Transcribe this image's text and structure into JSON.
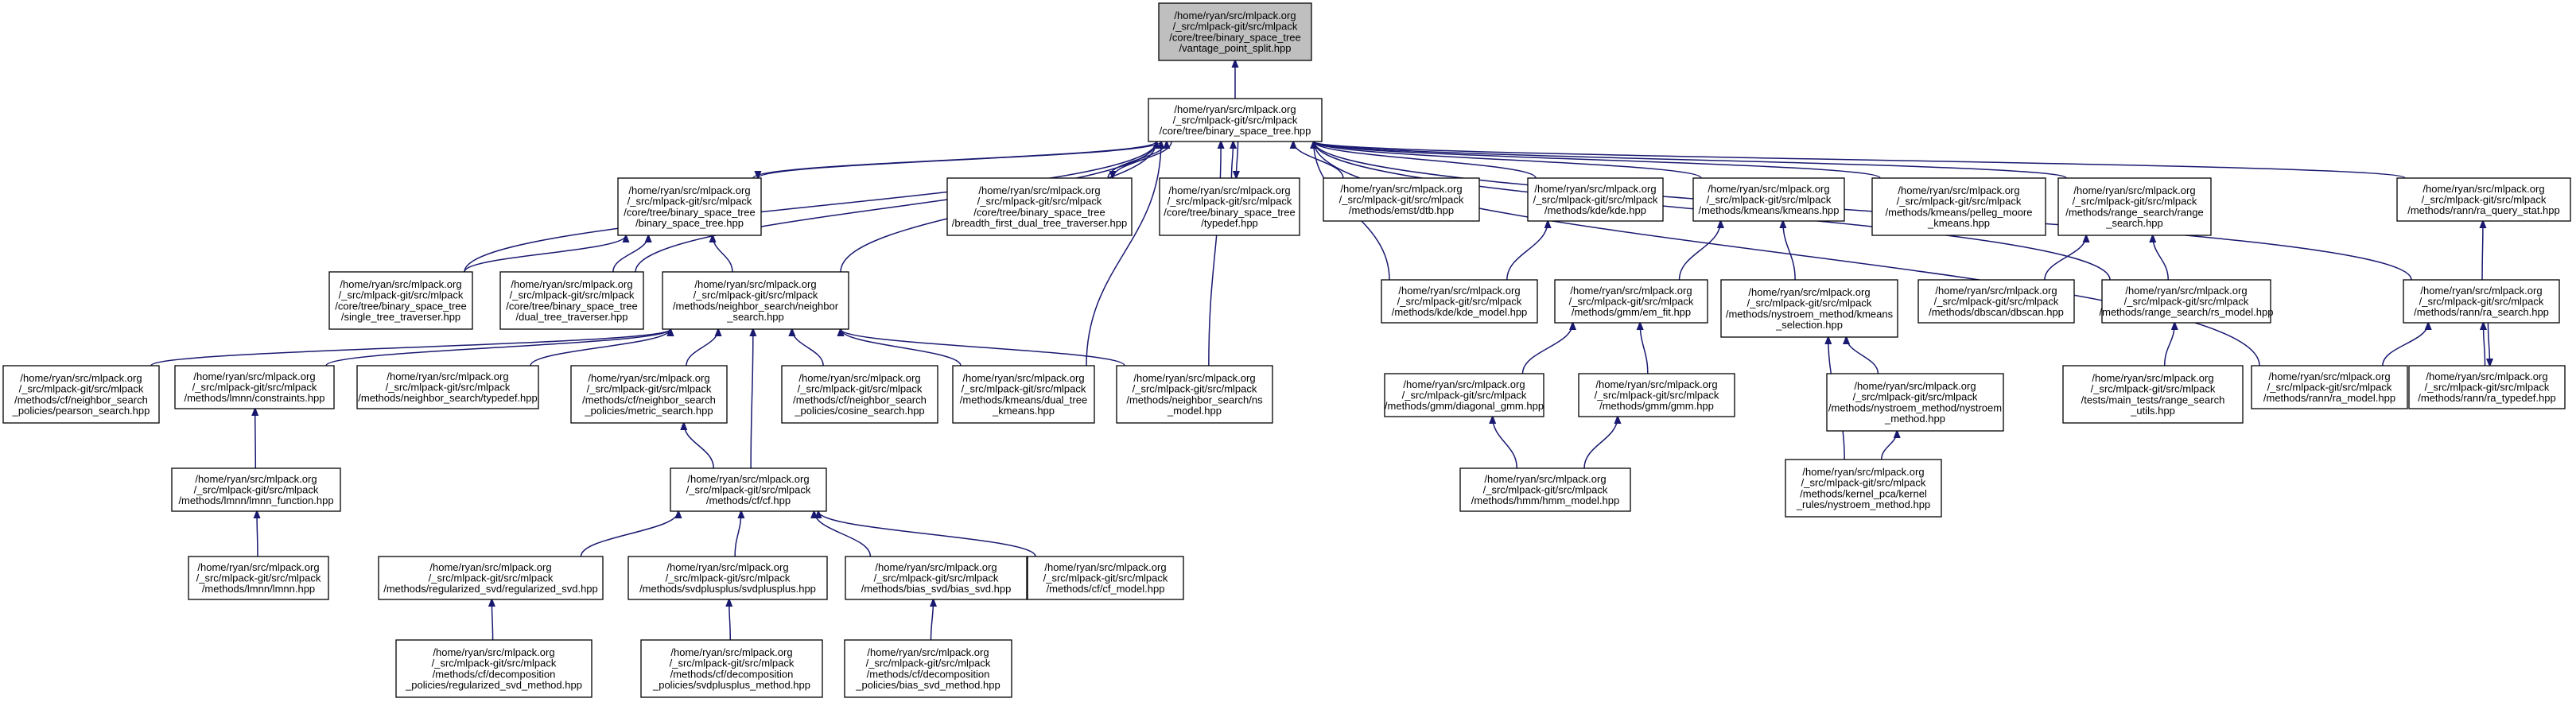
{
  "graph": {
    "nodes": [
      {
        "id": "vps",
        "focus": true,
        "lines": [
          "/home/ryan/src/mlpack.org",
          "/_src/mlpack-git/src/mlpack",
          "/core/tree/binary_space_tree",
          "/vantage_point_split.hpp"
        ]
      },
      {
        "id": "bst",
        "lines": [
          "/home/ryan/src/mlpack.org",
          "/_src/mlpack-git/src/mlpack",
          "/core/tree/binary_space_tree.hpp"
        ]
      },
      {
        "id": "bst2",
        "lines": [
          "/home/ryan/src/mlpack.org",
          "/_src/mlpack-git/src/mlpack",
          "/core/tree/binary_space_tree",
          "/binary_space_tree.hpp"
        ]
      },
      {
        "id": "bfdtt",
        "lines": [
          "/home/ryan/src/mlpack.org",
          "/_src/mlpack-git/src/mlpack",
          "/core/tree/binary_space_tree",
          "/breadth_first_dual_tree_traverser.hpp"
        ]
      },
      {
        "id": "typedef",
        "lines": [
          "/home/ryan/src/mlpack.org",
          "/_src/mlpack-git/src/mlpack",
          "/core/tree/binary_space_tree",
          "/typedef.hpp"
        ]
      },
      {
        "id": "dtb",
        "lines": [
          "/home/ryan/src/mlpack.org",
          "/_src/mlpack-git/src/mlpack",
          "/methods/emst/dtb.hpp"
        ]
      },
      {
        "id": "kde",
        "lines": [
          "/home/ryan/src/mlpack.org",
          "/_src/mlpack-git/src/mlpack",
          "/methods/kde/kde.hpp"
        ]
      },
      {
        "id": "kmeans",
        "lines": [
          "/home/ryan/src/mlpack.org",
          "/_src/mlpack-git/src/mlpack",
          "/methods/kmeans/kmeans.hpp"
        ]
      },
      {
        "id": "pelleg",
        "lines": [
          "/home/ryan/src/mlpack.org",
          "/_src/mlpack-git/src/mlpack",
          "/methods/kmeans/pelleg_moore",
          "_kmeans.hpp"
        ]
      },
      {
        "id": "rangesearch",
        "lines": [
          "/home/ryan/src/mlpack.org",
          "/_src/mlpack-git/src/mlpack",
          "/methods/range_search/range",
          "_search.hpp"
        ]
      },
      {
        "id": "raqs",
        "lines": [
          "/home/ryan/src/mlpack.org",
          "/_src/mlpack-git/src/mlpack",
          "/methods/rann/ra_query_stat.hpp"
        ]
      },
      {
        "id": "stt",
        "lines": [
          "/home/ryan/src/mlpack.org",
          "/_src/mlpack-git/src/mlpack",
          "/core/tree/binary_space_tree",
          "/single_tree_traverser.hpp"
        ]
      },
      {
        "id": "dtt",
        "lines": [
          "/home/ryan/src/mlpack.org",
          "/_src/mlpack-git/src/mlpack",
          "/core/tree/binary_space_tree",
          "/dual_tree_traverser.hpp"
        ]
      },
      {
        "id": "ns",
        "lines": [
          "/home/ryan/src/mlpack.org",
          "/_src/mlpack-git/src/mlpack",
          "/methods/neighbor_search/neighbor",
          "_search.hpp"
        ]
      },
      {
        "id": "kdemodel",
        "lines": [
          "/home/ryan/src/mlpack.org",
          "/_src/mlpack-git/src/mlpack",
          "/methods/kde/kde_model.hpp"
        ]
      },
      {
        "id": "emfit",
        "lines": [
          "/home/ryan/src/mlpack.org",
          "/_src/mlpack-git/src/mlpack",
          "/methods/gmm/em_fit.hpp"
        ]
      },
      {
        "id": "nystkmeans",
        "lines": [
          "/home/ryan/src/mlpack.org",
          "/_src/mlpack-git/src/mlpack",
          "/methods/nystroem_method/kmeans",
          "_selection.hpp"
        ]
      },
      {
        "id": "dbscan",
        "lines": [
          "/home/ryan/src/mlpack.org",
          "/_src/mlpack-git/src/mlpack",
          "/methods/dbscan/dbscan.hpp"
        ]
      },
      {
        "id": "rsmodel",
        "lines": [
          "/home/ryan/src/mlpack.org",
          "/_src/mlpack-git/src/mlpack",
          "/methods/range_search/rs_model.hpp"
        ]
      },
      {
        "id": "ra_search",
        "lines": [
          "/home/ryan/src/mlpack.org",
          "/_src/mlpack-git/src/mlpack",
          "/methods/rann/ra_search.hpp"
        ]
      },
      {
        "id": "pearson",
        "lines": [
          "/home/ryan/src/mlpack.org",
          "/_src/mlpack-git/src/mlpack",
          "/methods/cf/neighbor_search",
          "_policies/pearson_search.hpp"
        ]
      },
      {
        "id": "constraints",
        "lines": [
          "/home/ryan/src/mlpack.org",
          "/_src/mlpack-git/src/mlpack",
          "/methods/lmnn/constraints.hpp"
        ]
      },
      {
        "id": "nstypedef",
        "lines": [
          "/home/ryan/src/mlpack.org",
          "/_src/mlpack-git/src/mlpack",
          "/methods/neighbor_search/typedef.hpp"
        ]
      },
      {
        "id": "metric",
        "lines": [
          "/home/ryan/src/mlpack.org",
          "/_src/mlpack-git/src/mlpack",
          "/methods/cf/neighbor_search",
          "_policies/metric_search.hpp"
        ]
      },
      {
        "id": "cosine",
        "lines": [
          "/home/ryan/src/mlpack.org",
          "/_src/mlpack-git/src/mlpack",
          "/methods/cf/neighbor_search",
          "_policies/cosine_search.hpp"
        ]
      },
      {
        "id": "dualkmeans",
        "lines": [
          "/home/ryan/src/mlpack.org",
          "/_src/mlpack-git/src/mlpack",
          "/methods/kmeans/dual_tree",
          "_kmeans.hpp"
        ]
      },
      {
        "id": "nsmodel",
        "lines": [
          "/home/ryan/src/mlpack.org",
          "/_src/mlpack-git/src/mlpack",
          "/methods/neighbor_search/ns",
          "_model.hpp"
        ]
      },
      {
        "id": "diaggmm",
        "lines": [
          "/home/ryan/src/mlpack.org",
          "/_src/mlpack-git/src/mlpack",
          "/methods/gmm/diagonal_gmm.hpp"
        ]
      },
      {
        "id": "gmm",
        "lines": [
          "/home/ryan/src/mlpack.org",
          "/_src/mlpack-git/src/mlpack",
          "/methods/gmm/gmm.hpp"
        ]
      },
      {
        "id": "nystmethod",
        "lines": [
          "/home/ryan/src/mlpack.org",
          "/_src/mlpack-git/src/mlpack",
          "/methods/nystroem_method/nystroem",
          "_method.hpp"
        ]
      },
      {
        "id": "rstest",
        "lines": [
          "/home/ryan/src/mlpack.org",
          "/_src/mlpack-git/src/mlpack",
          "/tests/main_tests/range_search",
          "_utils.hpp"
        ]
      },
      {
        "id": "ramodel",
        "lines": [
          "/home/ryan/src/mlpack.org",
          "/_src/mlpack-git/src/mlpack",
          "/methods/rann/ra_model.hpp"
        ]
      },
      {
        "id": "ratypedef",
        "lines": [
          "/home/ryan/src/mlpack.org",
          "/_src/mlpack-git/src/mlpack",
          "/methods/rann/ra_typedef.hpp"
        ]
      },
      {
        "id": "lmnnfunc",
        "lines": [
          "/home/ryan/src/mlpack.org",
          "/_src/mlpack-git/src/mlpack",
          "/methods/lmnn/lmnn_function.hpp"
        ]
      },
      {
        "id": "cf",
        "lines": [
          "/home/ryan/src/mlpack.org",
          "/_src/mlpack-git/src/mlpack",
          "/methods/cf/cf.hpp"
        ]
      },
      {
        "id": "hmm",
        "lines": [
          "/home/ryan/src/mlpack.org",
          "/_src/mlpack-git/src/mlpack",
          "/methods/hmm/hmm_model.hpp"
        ]
      },
      {
        "id": "kpca",
        "lines": [
          "/home/ryan/src/mlpack.org",
          "/_src/mlpack-git/src/mlpack",
          "/methods/kernel_pca/kernel",
          "_rules/nystroem_method.hpp"
        ]
      },
      {
        "id": "lmnn",
        "lines": [
          "/home/ryan/src/mlpack.org",
          "/_src/mlpack-git/src/mlpack",
          "/methods/lmnn/lmnn.hpp"
        ]
      },
      {
        "id": "regsvd",
        "lines": [
          "/home/ryan/src/mlpack.org",
          "/_src/mlpack-git/src/mlpack",
          "/methods/regularized_svd/regularized_svd.hpp"
        ]
      },
      {
        "id": "svdpp",
        "lines": [
          "/home/ryan/src/mlpack.org",
          "/_src/mlpack-git/src/mlpack",
          "/methods/svdplusplus/svdplusplus.hpp"
        ]
      },
      {
        "id": "biassvd",
        "lines": [
          "/home/ryan/src/mlpack.org",
          "/_src/mlpack-git/src/mlpack",
          "/methods/bias_svd/bias_svd.hpp"
        ]
      },
      {
        "id": "cfmodel",
        "lines": [
          "/home/ryan/src/mlpack.org",
          "/_src/mlpack-git/src/mlpack",
          "/methods/cf/cf_model.hpp"
        ]
      },
      {
        "id": "regsvdmethod",
        "lines": [
          "/home/ryan/src/mlpack.org",
          "/_src/mlpack-git/src/mlpack",
          "/methods/cf/decomposition",
          "_policies/regularized_svd_method.hpp"
        ]
      },
      {
        "id": "svdppmethod",
        "lines": [
          "/home/ryan/src/mlpack.org",
          "/_src/mlpack-git/src/mlpack",
          "/methods/cf/decomposition",
          "_policies/svdplusplus_method.hpp"
        ]
      },
      {
        "id": "biassvdmethod",
        "lines": [
          "/home/ryan/src/mlpack.org",
          "/_src/mlpack-git/src/mlpack",
          "/methods/cf/decomposition",
          "_policies/bias_svd_method.hpp"
        ]
      }
    ],
    "edges": [
      [
        "bst",
        "vps"
      ],
      [
        "bst2",
        "bst"
      ],
      [
        "bfdtt",
        "bst"
      ],
      [
        "typedef",
        "bst"
      ],
      [
        "dtb",
        "bst"
      ],
      [
        "kde",
        "bst"
      ],
      [
        "kmeans",
        "bst"
      ],
      [
        "pelleg",
        "bst"
      ],
      [
        "rangesearch",
        "bst"
      ],
      [
        "raqs",
        "bst"
      ],
      [
        "stt",
        "bst"
      ],
      [
        "dtt",
        "bst"
      ],
      [
        "ns",
        "bst"
      ],
      [
        "kdemodel",
        "bst"
      ],
      [
        "rsmodel",
        "bst"
      ],
      [
        "ra_search",
        "bst"
      ],
      [
        "ramodel",
        "bst"
      ],
      [
        "dualkmeans",
        "bst"
      ],
      [
        "nsmodel",
        "bst"
      ],
      [
        "bst",
        "bst2"
      ],
      [
        "bst",
        "bfdtt"
      ],
      [
        "bst",
        "typedef"
      ],
      [
        "stt",
        "bst2"
      ],
      [
        "dtt",
        "bst2"
      ],
      [
        "ns",
        "bst2"
      ],
      [
        "pearson",
        "ns"
      ],
      [
        "constraints",
        "ns"
      ],
      [
        "nstypedef",
        "ns"
      ],
      [
        "metric",
        "ns"
      ],
      [
        "cosine",
        "ns"
      ],
      [
        "dualkmeans",
        "ns"
      ],
      [
        "nsmodel",
        "ns"
      ],
      [
        "cf",
        "ns"
      ],
      [
        "lmnnfunc",
        "constraints"
      ],
      [
        "lmnn",
        "lmnnfunc"
      ],
      [
        "cf",
        "metric"
      ],
      [
        "regsvd",
        "cf"
      ],
      [
        "svdpp",
        "cf"
      ],
      [
        "biassvd",
        "cf"
      ],
      [
        "cfmodel",
        "cf"
      ],
      [
        "regsvdmethod",
        "regsvd"
      ],
      [
        "svdppmethod",
        "svdpp"
      ],
      [
        "biassvdmethod",
        "biassvd"
      ],
      [
        "kdemodel",
        "kde"
      ],
      [
        "emfit",
        "kmeans"
      ],
      [
        "nystkmeans",
        "kmeans"
      ],
      [
        "diaggmm",
        "emfit"
      ],
      [
        "gmm",
        "emfit"
      ],
      [
        "hmm",
        "diaggmm"
      ],
      [
        "hmm",
        "gmm"
      ],
      [
        "nystmethod",
        "nystkmeans"
      ],
      [
        "kpca",
        "nystkmeans"
      ],
      [
        "kpca",
        "nystmethod"
      ],
      [
        "dbscan",
        "rangesearch"
      ],
      [
        "rsmodel",
        "rangesearch"
      ],
      [
        "rstest",
        "rsmodel"
      ],
      [
        "ra_search",
        "raqs"
      ],
      [
        "ramodel",
        "ra_search"
      ],
      [
        "ratypedef",
        "ra_search"
      ],
      [
        "ra_search",
        "ratypedef"
      ]
    ]
  }
}
